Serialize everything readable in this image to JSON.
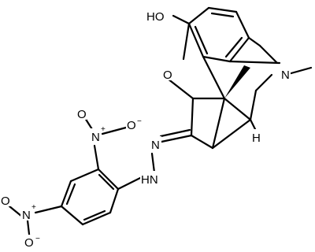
{
  "molecule": {
    "labels": {
      "hydroxyl": "HO",
      "ring_oxygen": "O",
      "amine_n": "N",
      "hydrazone_n1": "N",
      "hydrazone_nh": "HN",
      "nitro_n_top": "N",
      "nitro_plus_top": "+",
      "nitro_o_top_neg": "O",
      "nitro_minus_top": "−",
      "nitro_o_top": "O",
      "nitro_n_bottom": "N",
      "nitro_plus_bottom": "+",
      "nitro_o_bottom_neg": "O",
      "nitro_minus_bottom": "−",
      "nitro_o_bottom": "O",
      "stereo_h": "H"
    }
  }
}
